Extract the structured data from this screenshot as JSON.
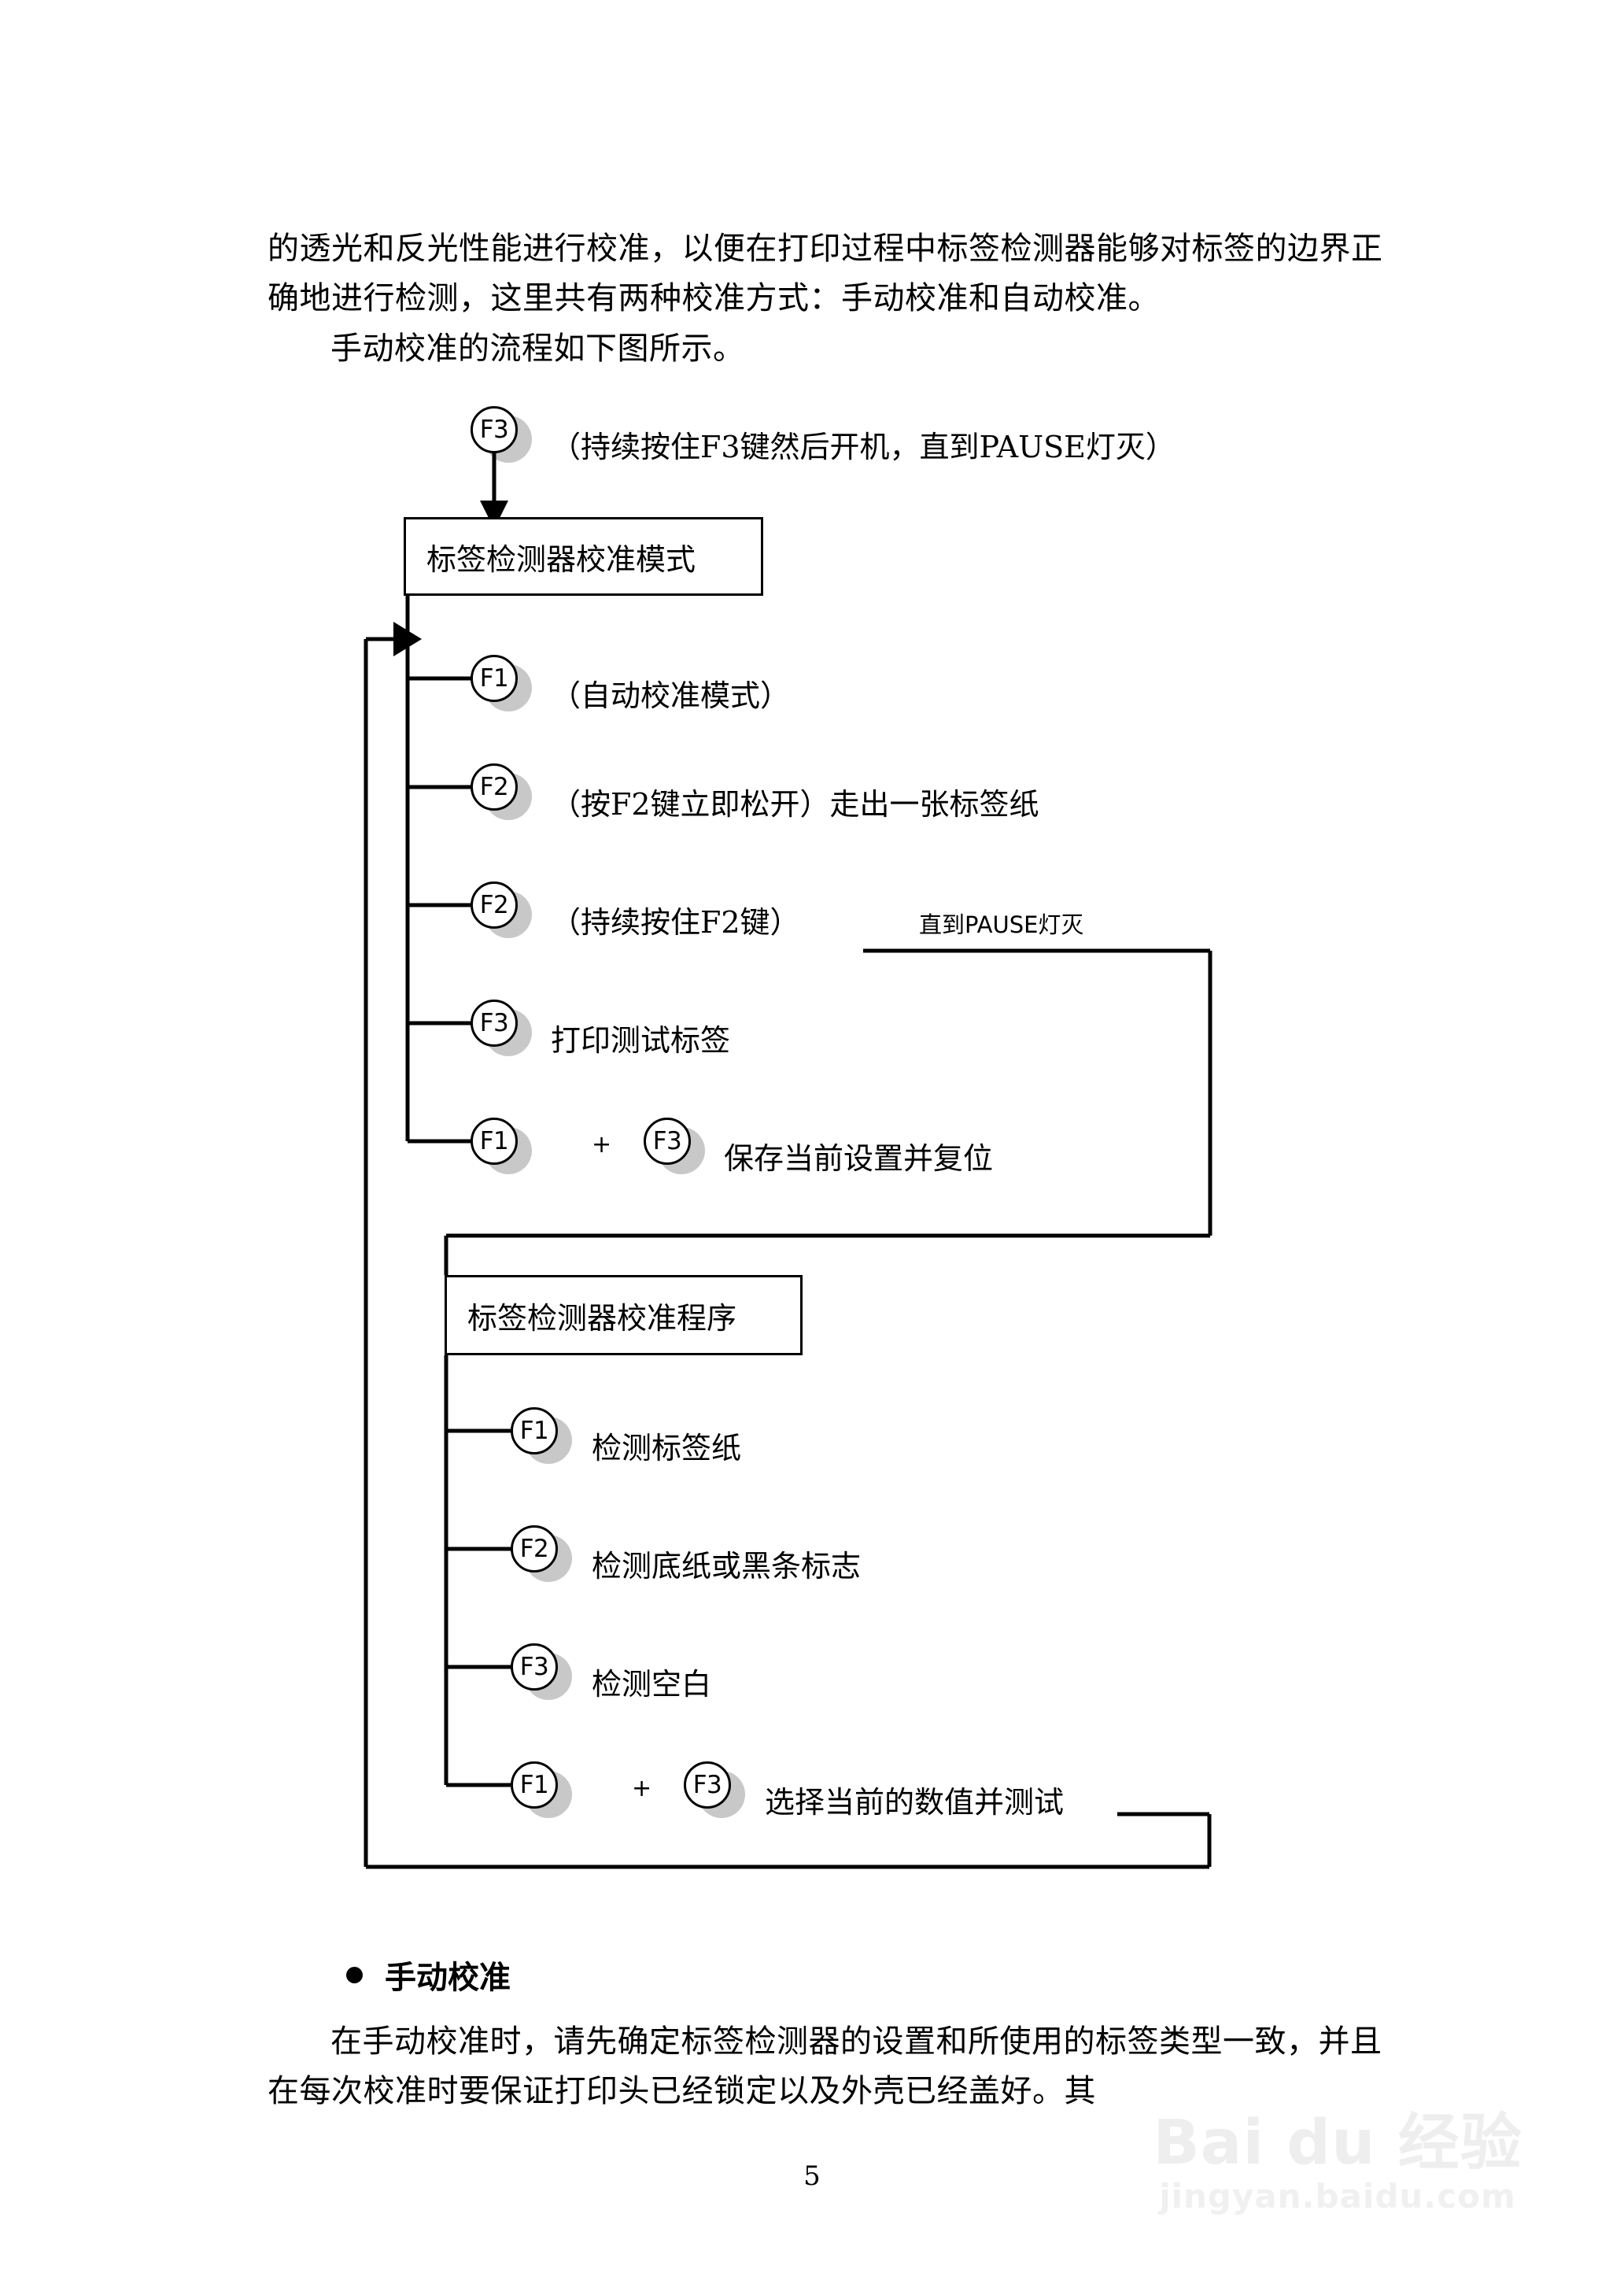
{
  "document": {
    "intro_paragraph": "的透光和反光性能进行校准，以便在打印过程中标签检测器能够对标签的边界正确地进行检测，这里共有两种校准方式：手动校准和自动校准。",
    "flow_lead": "手动校准的流程如下图所示。",
    "page_number": "5"
  },
  "flowchart": {
    "start": {
      "key": "F3",
      "note": "（持续按住F3键然后开机，直到PAUSE灯灭）"
    },
    "mode_box": "标签检测器校准模式",
    "mode_steps": [
      {
        "keys": [
          "F1"
        ],
        "note": "（自动校准模式）"
      },
      {
        "keys": [
          "F2"
        ],
        "note": "（按F2键立即松开）走出一张标签纸"
      },
      {
        "keys": [
          "F2"
        ],
        "note": "（持续按住F2键）"
      },
      {
        "keys": [
          "F3"
        ],
        "note": "打印测试标签"
      },
      {
        "keys": [
          "F1",
          "F3"
        ],
        "note": "保存当前设置并复位"
      }
    ],
    "pause_branch_label": "直到PAUSE灯灭",
    "procedure_box": "标签检测器校准程序",
    "procedure_steps": [
      {
        "keys": [
          "F1"
        ],
        "note": "检测标签纸"
      },
      {
        "keys": [
          "F2"
        ],
        "note": "检测底纸或黑条标志"
      },
      {
        "keys": [
          "F3"
        ],
        "note": "检测空白"
      },
      {
        "keys": [
          "F1",
          "F3"
        ],
        "note": "选择当前的数值并测试"
      }
    ],
    "plus_symbol": "+"
  },
  "bullet_section": {
    "bullet_title": "手动校准",
    "body": "在手动校准时，请先确定标签检测器的设置和所使用的标签类型一致，并且在每次校准时要保证打印头已经锁定以及外壳已经盖好。其"
  },
  "watermark": {
    "main": "Bai du 经验",
    "sub": "jingyan.baidu.com"
  },
  "colors": {
    "ink": "#000000",
    "shadow": "#c8c8c8",
    "paper": "#ffffff"
  }
}
